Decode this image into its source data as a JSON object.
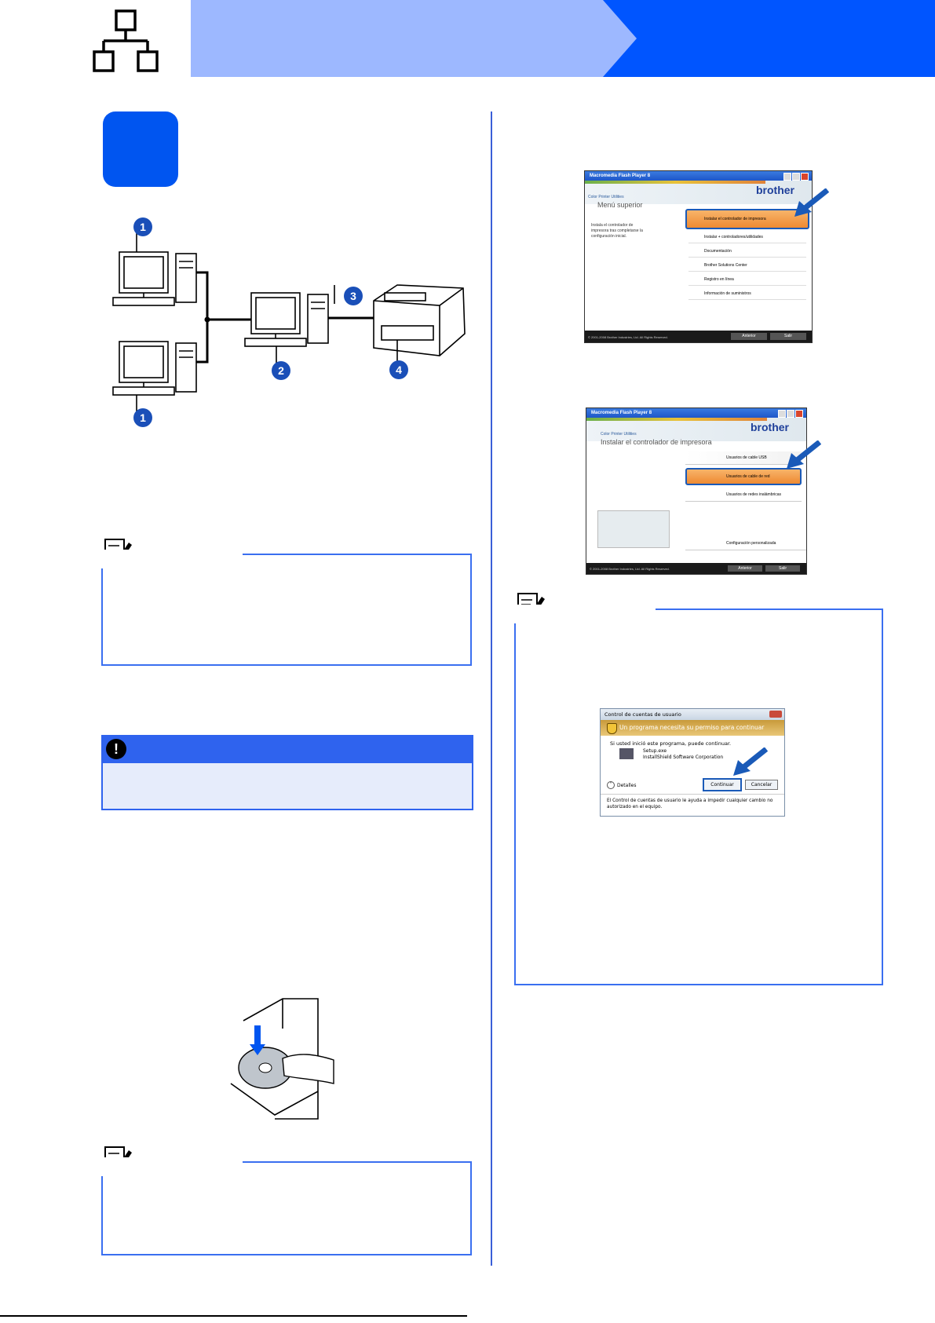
{
  "callouts": {
    "c1": "1",
    "c2": "2",
    "c3": "3",
    "c4": "4"
  },
  "important": {
    "icon": "!"
  },
  "screen1": {
    "window_title": "Macromedia Flash Player 8",
    "brand": "brother",
    "subtitle": "Color Printer Utilities",
    "heading": "Menú superior",
    "description": "Instala el controlador de impresora tras completarse la configuración inicial.",
    "menu": [
      "Instalar el controlador de impresora",
      "Instalar + controladores/utilidades",
      "Documentación",
      "Brother Solutions Center",
      "Registro en línea",
      "Información de suministros"
    ],
    "back": "Anterior",
    "exit": "Salir",
    "copyright": "© 2001-2008 Brother Industries, Ltd. All Rights Reserved."
  },
  "screen2": {
    "window_title": "Macromedia Flash Player 8",
    "brand": "brother",
    "subtitle": "Color Printer Utilities",
    "heading": "Instalar el controlador de impresora",
    "options": [
      "Usuarios de cable USB",
      "Usuarios de cable de red",
      "Usuarios de redes inalámbricas"
    ],
    "custom": "Configuración personalizada",
    "back": "Anterior",
    "exit": "Salir",
    "copyright": "© 2001-2008 Brother Industries, Ltd. All Rights Reserved."
  },
  "uac": {
    "title": "Control de cuentas de usuario",
    "banner": "Un programa necesita su permiso para continuar",
    "line": "Si usted inició este programa, puede continuar.",
    "program": "Setup.exe",
    "publisher": "InstallShield Software Corporation",
    "details": "Detalles",
    "continue": "Continuar",
    "cancel": "Cancelar",
    "footer1": "El Control de cuentas de usuario le ayuda a impedir cualquier cambio no",
    "footer2": "autorizado en el equipo."
  },
  "colors": {
    "accent": "#0055f0",
    "light": "#99b4ff",
    "frame": "#3a6ff0",
    "callout": "#1a4fb8",
    "highlight": "#f39a3c"
  }
}
